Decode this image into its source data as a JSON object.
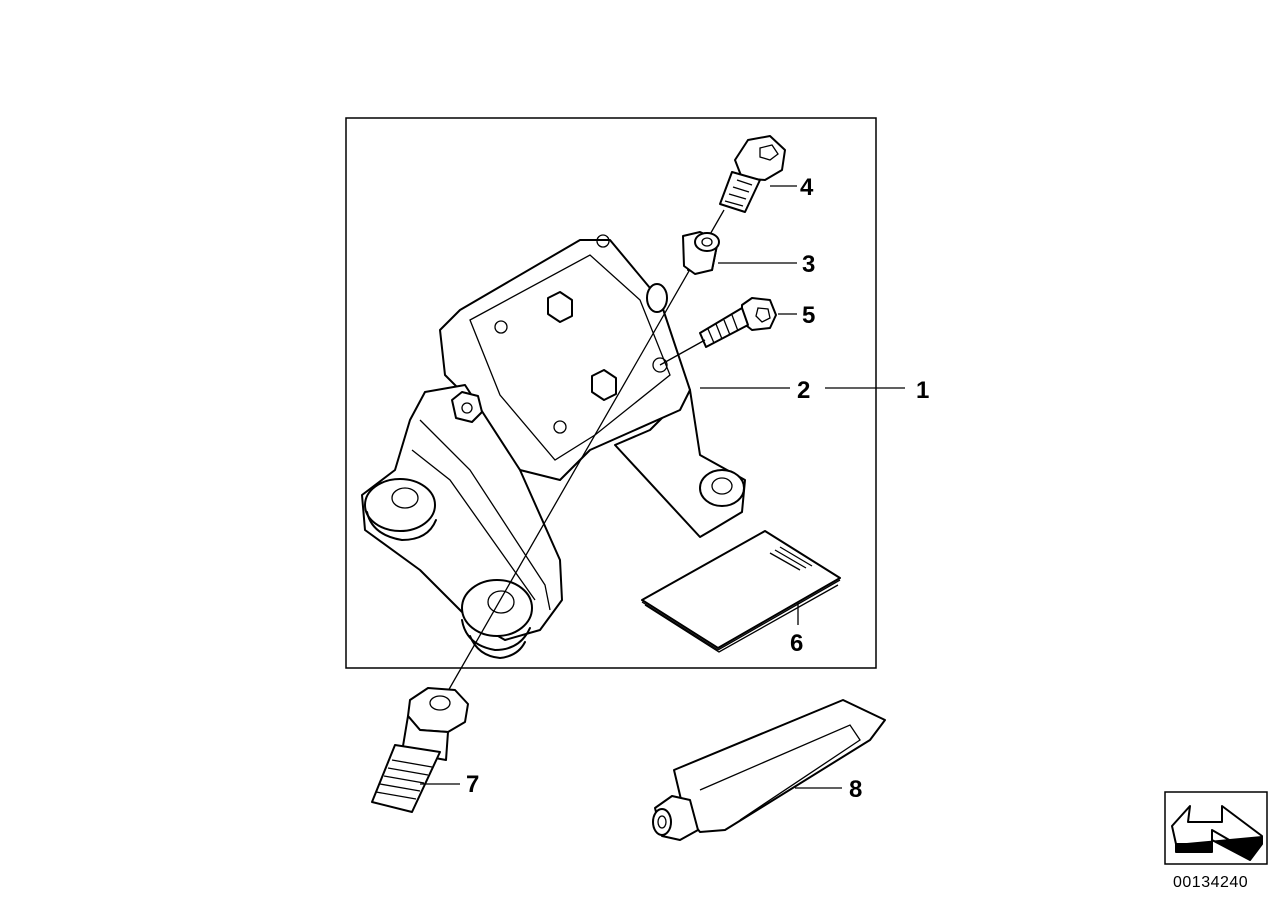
{
  "callouts": {
    "c1": "1",
    "c2": "2",
    "c3": "3",
    "c4": "4",
    "c5": "5",
    "c6": "6",
    "c7": "7",
    "c8": "8"
  },
  "diagram_number": "00134240",
  "icons": {
    "orientation": "orientation-arrow-icon"
  },
  "colors": {
    "line": "#000000",
    "background": "#ffffff"
  }
}
